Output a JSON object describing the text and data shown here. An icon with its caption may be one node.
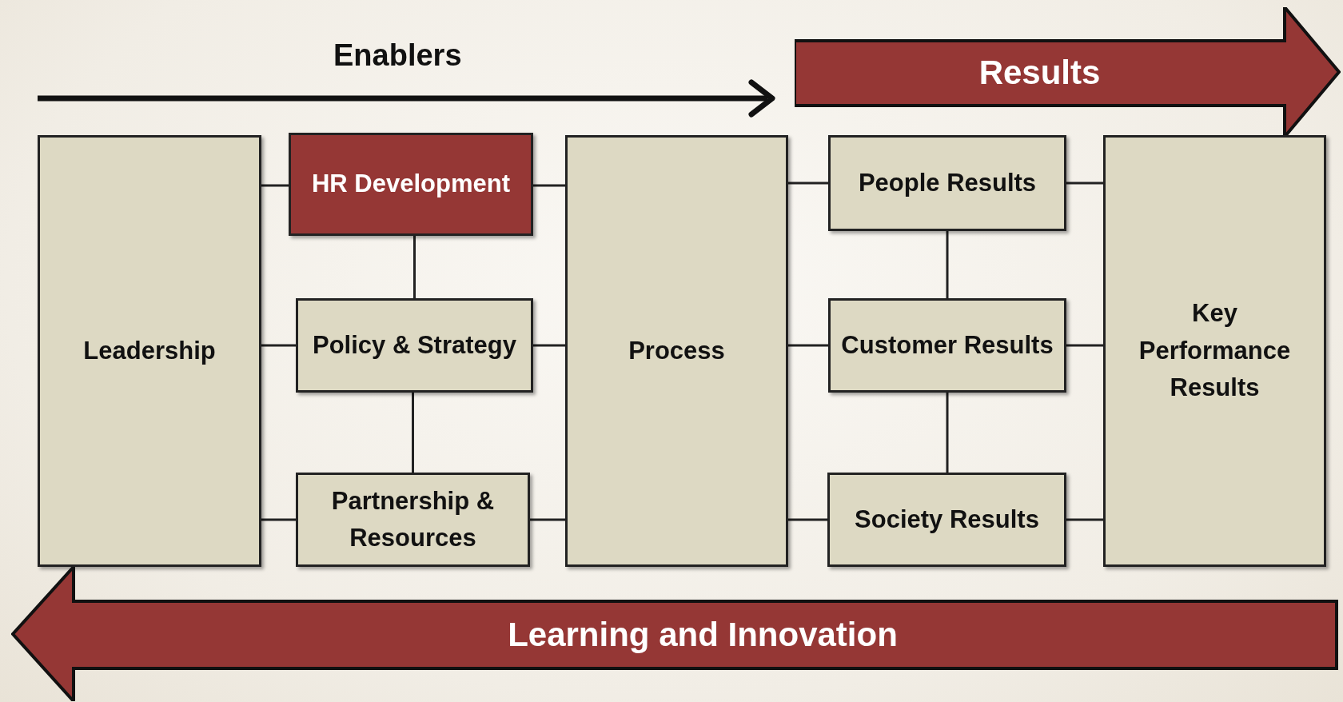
{
  "diagram": {
    "nodes": [
      {
        "text": [
          "Results"
        ]
      },
      {
        "text": [
          "Leadership"
        ]
      },
      {
        "text": [
          "HR Development"
        ]
      },
      {
        "text": [
          "Policy & Strategy"
        ]
      },
      {
        "text": [
          "Partnership & Resources"
        ]
      },
      {
        "text": [
          "Process"
        ]
      },
      {
        "text": [
          "People Results"
        ]
      },
      {
        "text": [
          "Customer Results"
        ]
      },
      {
        "text": [
          "Society Results"
        ]
      },
      {
        "text": [
          "Key Performance Results"
        ]
      },
      {
        "text": [
          "Learning and Innovation"
        ]
      }
    ],
    "edges": [
      {
        "from": 1,
        "to": 2,
        "arrow": "none"
      },
      {
        "from": 1,
        "to": 3,
        "arrow": "none"
      },
      {
        "from": 1,
        "to": 4,
        "arrow": "none"
      },
      {
        "from": 2,
        "to": 3,
        "arrow": "none"
      },
      {
        "from": 3,
        "to": 4,
        "arrow": "none"
      },
      {
        "from": 2,
        "to": 5,
        "arrow": "none"
      },
      {
        "from": 3,
        "to": 5,
        "arrow": "none"
      },
      {
        "from": 4,
        "to": 5,
        "arrow": "none"
      },
      {
        "from": 5,
        "to": 6,
        "arrow": "none"
      },
      {
        "from": 5,
        "to": 7,
        "arrow": "none"
      },
      {
        "from": 5,
        "to": 8,
        "arrow": "none"
      },
      {
        "from": 6,
        "to": 7,
        "arrow": "none"
      },
      {
        "from": 7,
        "to": 8,
        "arrow": "none"
      },
      {
        "from": 6,
        "to": 9,
        "arrow": "none"
      },
      {
        "from": 7,
        "to": 9,
        "arrow": "none"
      },
      {
        "from": 8,
        "to": 9,
        "arrow": "none"
      }
    ],
    "labels": [
      "Enablers"
    ]
  }
}
